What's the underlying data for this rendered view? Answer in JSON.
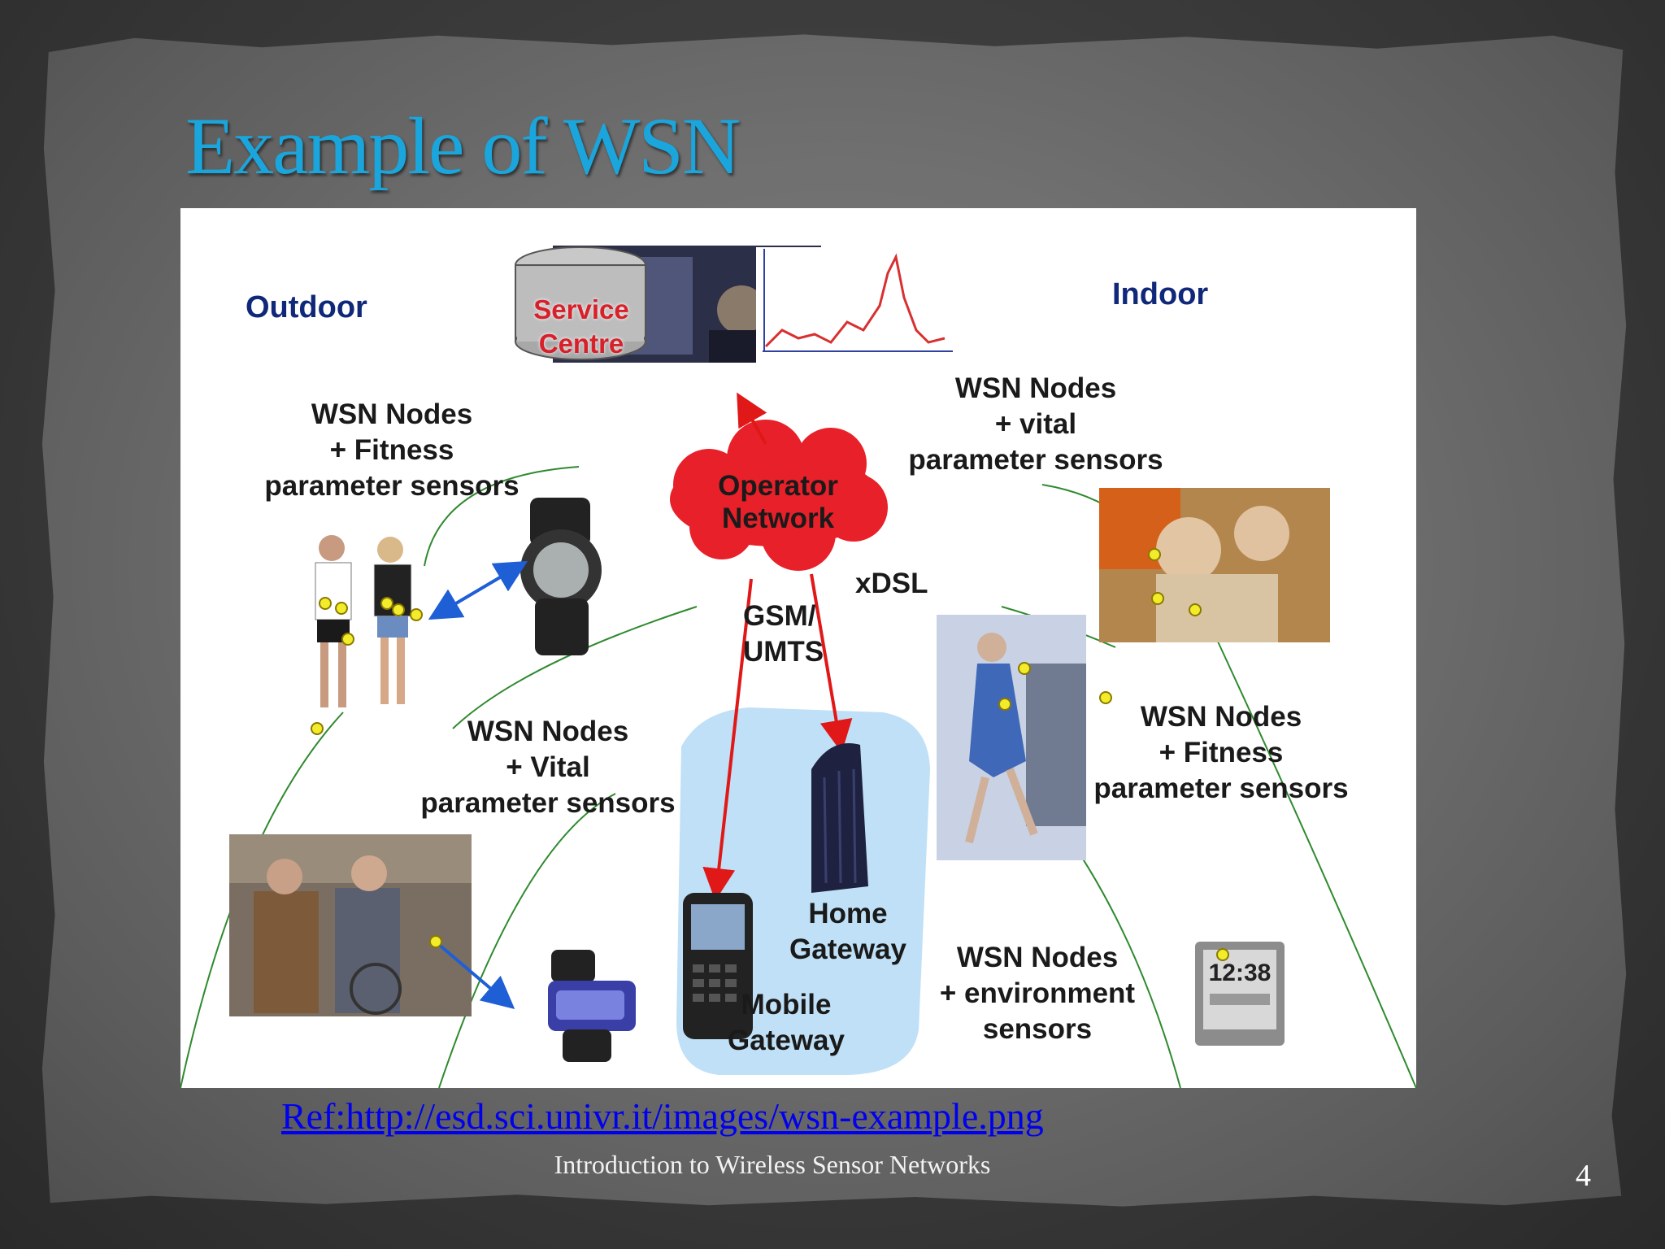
{
  "slide": {
    "title": "Example of WSN",
    "reference": "Ref:http://esd.sci.univr.it/images/wsn-example.png",
    "footer": "Introduction to Wireless Sensor Networks",
    "page_number": "4"
  },
  "diagram": {
    "service_centre": [
      "Service",
      "Centre"
    ],
    "outdoor": "Outdoor",
    "indoor": "Indoor",
    "operator_network": [
      "Operator",
      "Network"
    ],
    "xdsl": "xDSL",
    "gsm_umts": [
      "GSM/",
      "UMTS"
    ],
    "outdoor_fitness": [
      "WSN Nodes",
      "+ Fitness",
      "parameter sensors"
    ],
    "outdoor_vital": [
      "WSN Nodes",
      "+ Vital",
      "parameter sensors"
    ],
    "indoor_vital": [
      "WSN Nodes",
      "+ vital",
      "parameter sensors"
    ],
    "indoor_fitness": [
      "WSN Nodes",
      "+ Fitness",
      "parameter sensors"
    ],
    "indoor_environment": [
      "WSN Nodes",
      "+ environment",
      "sensors"
    ],
    "home_gateway": [
      "Home",
      "Gateway"
    ],
    "mobile_gateway": [
      "Mobile",
      "Gateway"
    ],
    "clock_display": "12:38"
  },
  "colors": {
    "title": "#1aa6dc",
    "label_navy": "#10287a",
    "link": "#0000ee",
    "cloud": "#e8202a",
    "sensor_node": "#f3ec2a",
    "arrow_red": "#e01818",
    "arrow_blue": "#1f5fd6",
    "gateway_zone": "#bfe0f6"
  }
}
